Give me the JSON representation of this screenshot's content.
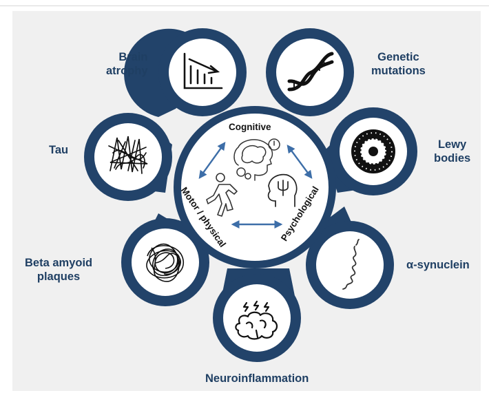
{
  "colors": {
    "petal": "#22436a",
    "panel": "#f0f0f0",
    "circle": "#ffffff",
    "label_text": "#1f3f63",
    "arrow": "#3d6ea8"
  },
  "center": {
    "cognitive_label": "Cognitive",
    "motor_label": "Motor / physical",
    "psychological_label": "Psychological",
    "icons": [
      "brain-in-head-icon",
      "walking-person-icon",
      "psi-head-icon",
      "gear-icon"
    ]
  },
  "petals": [
    {
      "label": "Brain\natrophy",
      "icon": "declining-bar-chart-icon"
    },
    {
      "label": "Genetic\nmutations",
      "icon": "dna-helix-icon"
    },
    {
      "label": "Lewy\nbodies",
      "icon": "lewy-body-icon"
    },
    {
      "label": "α-synuclein",
      "icon": "protein-coil-icon"
    },
    {
      "label": "Neuroinflammation",
      "icon": "inflamed-brain-icon"
    },
    {
      "label": "Beta amyoid\nplaques",
      "icon": "tangled-plaque-icon"
    },
    {
      "label": "Tau",
      "icon": "tau-tangle-icon"
    }
  ]
}
